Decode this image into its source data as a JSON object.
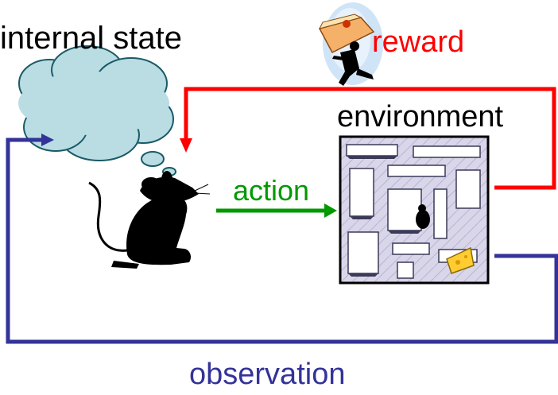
{
  "labels": {
    "internal_state": "internal state",
    "reward": "reward",
    "environment": "environment",
    "action": "action",
    "observation": "observation"
  },
  "colors": {
    "reward": "#ff0000",
    "action": "#009900",
    "observation": "#333399",
    "thought_cloud": "#b9dde3"
  },
  "icons": [
    "thought-cloud-icon",
    "mouse-icon",
    "maze-icon",
    "cheese-icon",
    "running-man-with-pie-icon"
  ]
}
